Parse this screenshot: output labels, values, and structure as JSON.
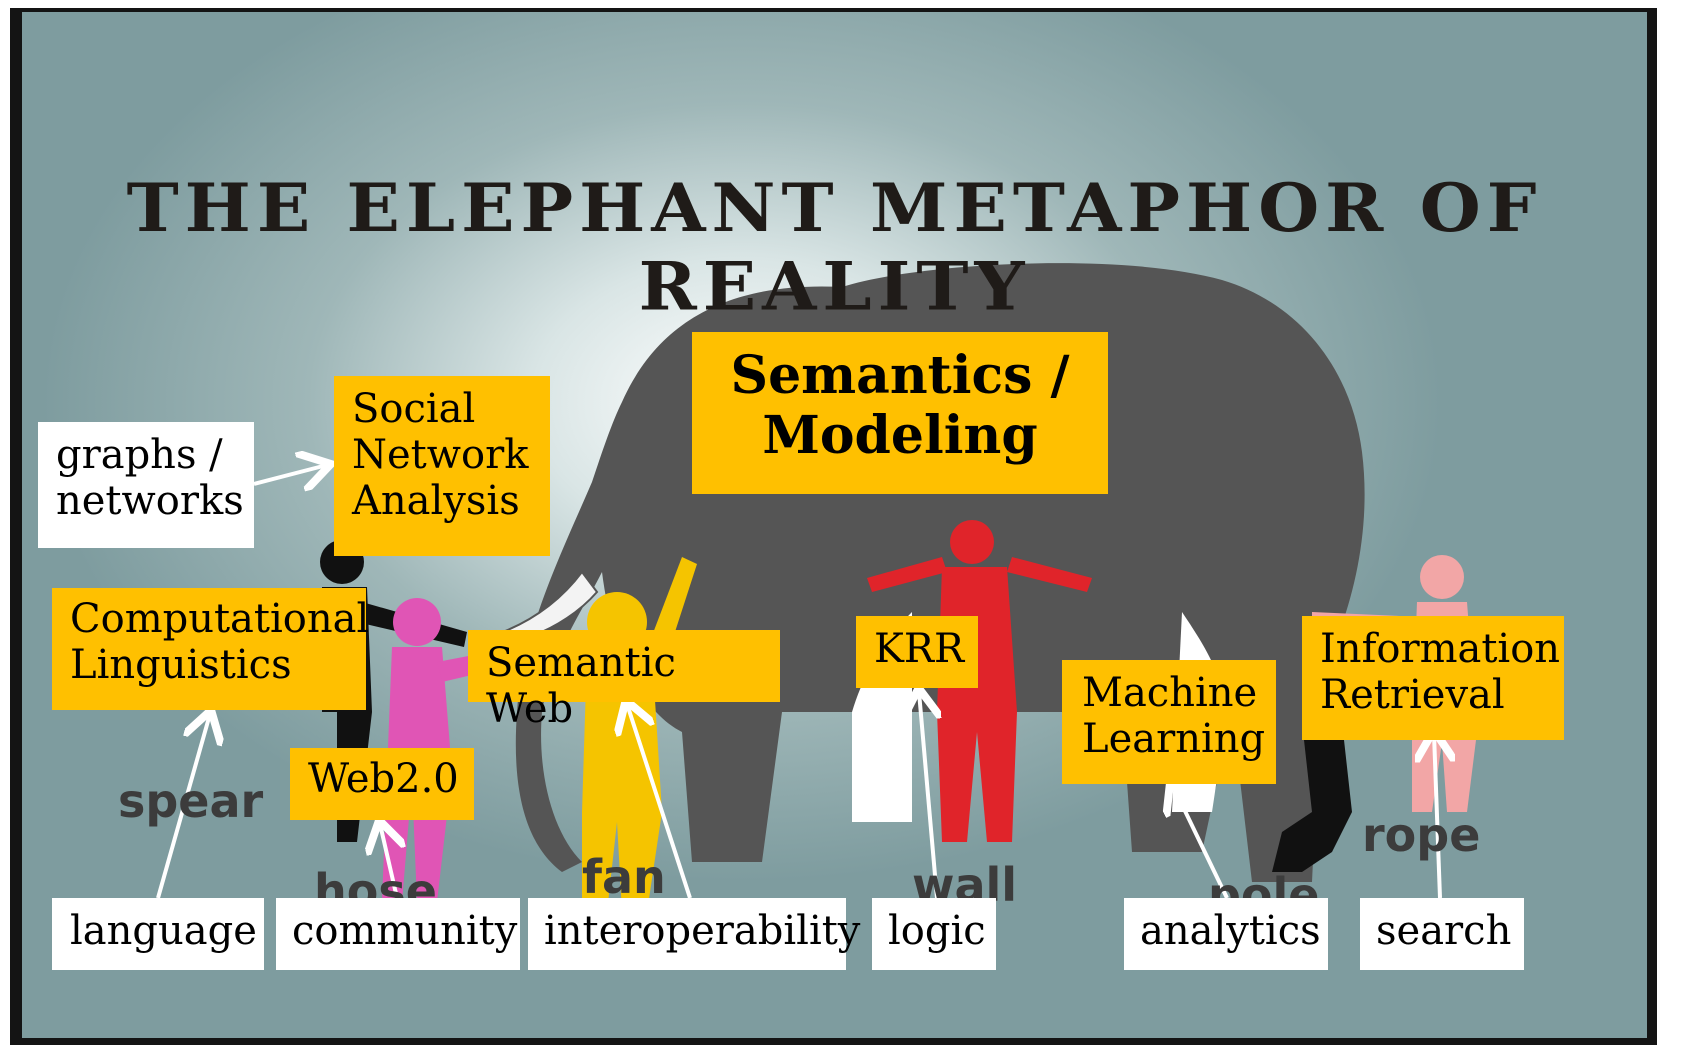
{
  "poster": {
    "title": "THE ELEPHANT METAPHOR OF REALITY",
    "figure_labels": [
      "spear",
      "hose",
      "fan",
      "wall",
      "pole",
      "rope"
    ]
  },
  "center_box": {
    "line1": "Semantics /",
    "line2": "Modeling"
  },
  "yellow_boxes": [
    {
      "id": "sna",
      "lines": [
        "Social",
        "Network",
        "Analysis"
      ]
    },
    {
      "id": "cl",
      "lines": [
        "Computational",
        "Linguistics"
      ]
    },
    {
      "id": "web2",
      "lines": [
        "Web2.0"
      ]
    },
    {
      "id": "semweb",
      "lines": [
        "Semantic Web"
      ]
    },
    {
      "id": "krr",
      "lines": [
        "KRR"
      ]
    },
    {
      "id": "ml",
      "lines": [
        "Machine",
        "Learning"
      ]
    },
    {
      "id": "ir",
      "lines": [
        "Information",
        "Retrieval"
      ]
    }
  ],
  "white_boxes": [
    {
      "id": "graphs",
      "lines": [
        "graphs /",
        "networks"
      ]
    },
    {
      "id": "language",
      "lines": [
        "language"
      ]
    },
    {
      "id": "community",
      "lines": [
        "community"
      ]
    },
    {
      "id": "interop",
      "lines": [
        "interoperability"
      ]
    },
    {
      "id": "logic",
      "lines": [
        "logic"
      ]
    },
    {
      "id": "analytics",
      "lines": [
        "analytics"
      ]
    },
    {
      "id": "search",
      "lines": [
        "search"
      ]
    }
  ],
  "colors": {
    "label_yellow": "#ffc000",
    "elephant": "#525252",
    "background": "#9fb7b8",
    "hose_person": "#e055b5",
    "fan_person": "#f5c400",
    "wall_person": "#e0242a",
    "rope_person": "#f2a6a6"
  }
}
